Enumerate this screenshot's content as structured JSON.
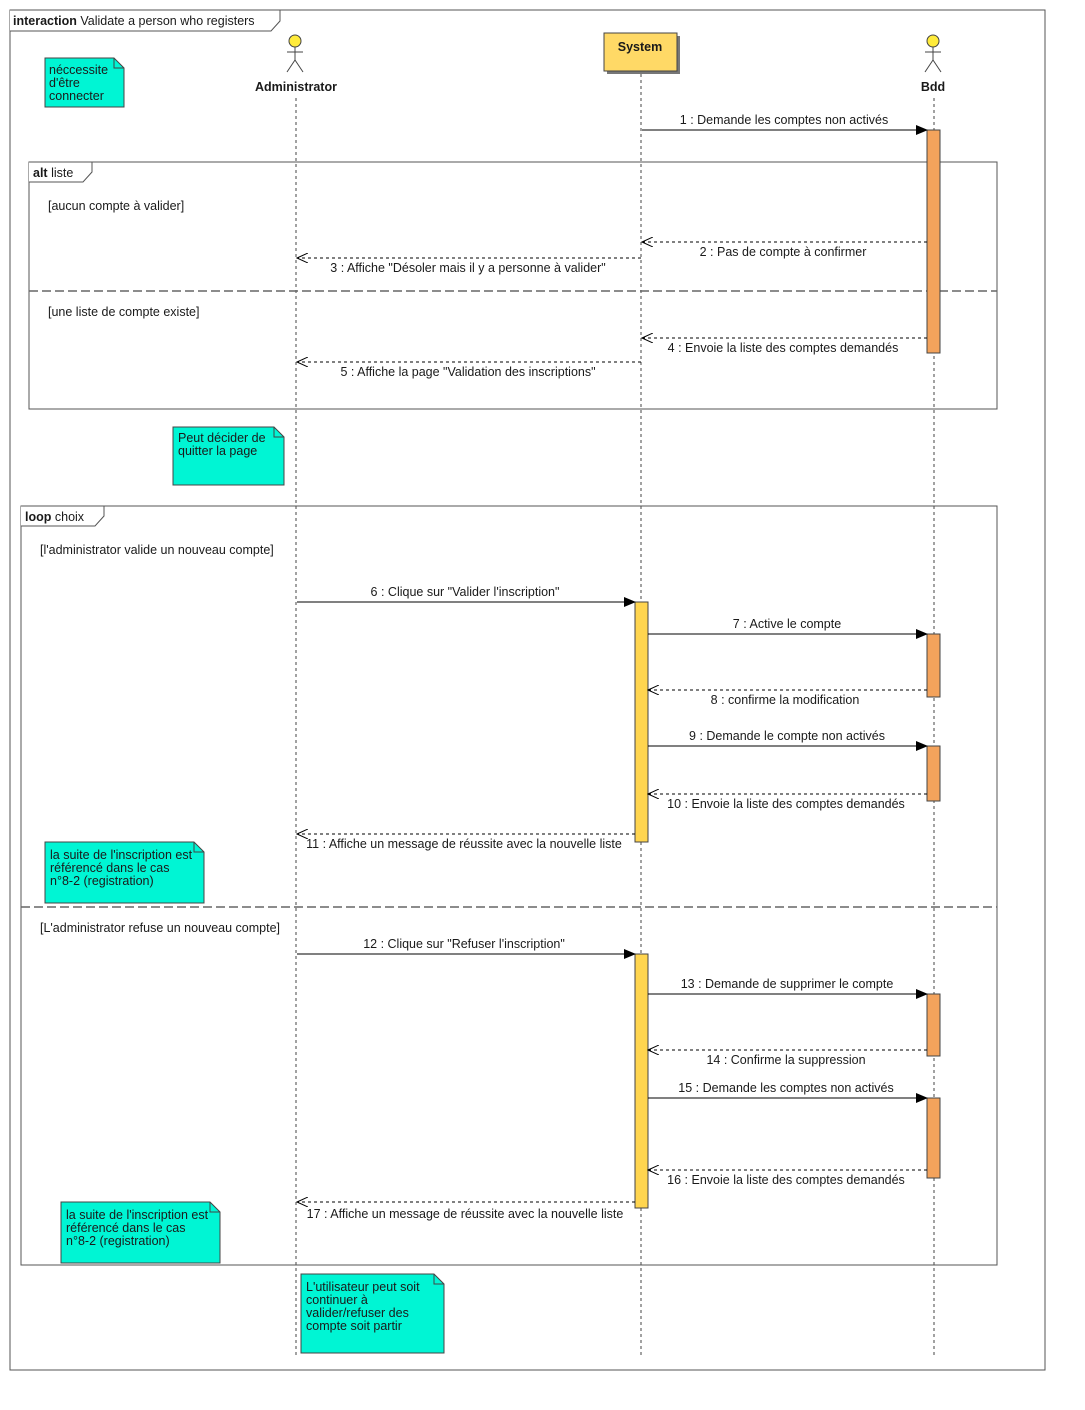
{
  "frame": {
    "keyword": "interaction",
    "title": "Validate a person who registers"
  },
  "lifelines": {
    "administrator": {
      "label": "Administrator"
    },
    "system": {
      "label": "System"
    },
    "bdd": {
      "label": "Bdd"
    }
  },
  "colors": {
    "note": "#00f5d4",
    "system_box": "#ffd966",
    "activation_system": "#ffd54f",
    "activation_bdd": "#f4a35c",
    "actor_head": "#ffeb3b"
  },
  "notes": {
    "login": "néccessite d'être connecter",
    "quit": "Peut décider de quitter la page",
    "suite1": "la suite de l'inscription est référencé dans le cas n°8-2 (registration)",
    "suite2": "la suite de l'inscription est référencé dans le cas n°8-2 (registration)",
    "continue": "L'utilisateur peut soit continuer à valider/refuser des compte soit partir"
  },
  "fragments": {
    "alt": {
      "keyword": "alt",
      "name": "liste",
      "guard1": "[aucun compte à valider]",
      "guard2": "[une liste de compte existe]"
    },
    "loop": {
      "keyword": "loop",
      "name": "choix",
      "guard1": "[l'administrator valide un nouveau compte]",
      "guard2": "[L'administrator refuse un nouveau compte]"
    }
  },
  "messages": {
    "m1": "1 : Demande les comptes non activés",
    "m2": "2 : Pas de compte à confirmer",
    "m3": "3 : Affiche \"Désoler mais il y a personne à valider\"",
    "m4": "4 : Envoie la liste des comptes demandés",
    "m5": "5 : Affiche la page \"Validation des inscriptions\"",
    "m6": "6 : Clique sur \"Valider l'inscription\"",
    "m7": "7 : Active le compte",
    "m8": "8 : confirme la modification",
    "m9": "9 : Demande le compte non activés",
    "m10": "10 : Envoie la liste des comptes demandés",
    "m11": "11 : Affiche un message de réussite avec la nouvelle liste",
    "m12": "12 : Clique sur \"Refuser l'inscription\"",
    "m13": "13 : Demande de supprimer le compte",
    "m14": "14 : Confirme la suppression",
    "m15": "15 : Demande les comptes non activés",
    "m16": "16 : Envoie la liste des comptes demandés",
    "m17": "17 : Affiche un message de réussite avec la nouvelle liste"
  }
}
